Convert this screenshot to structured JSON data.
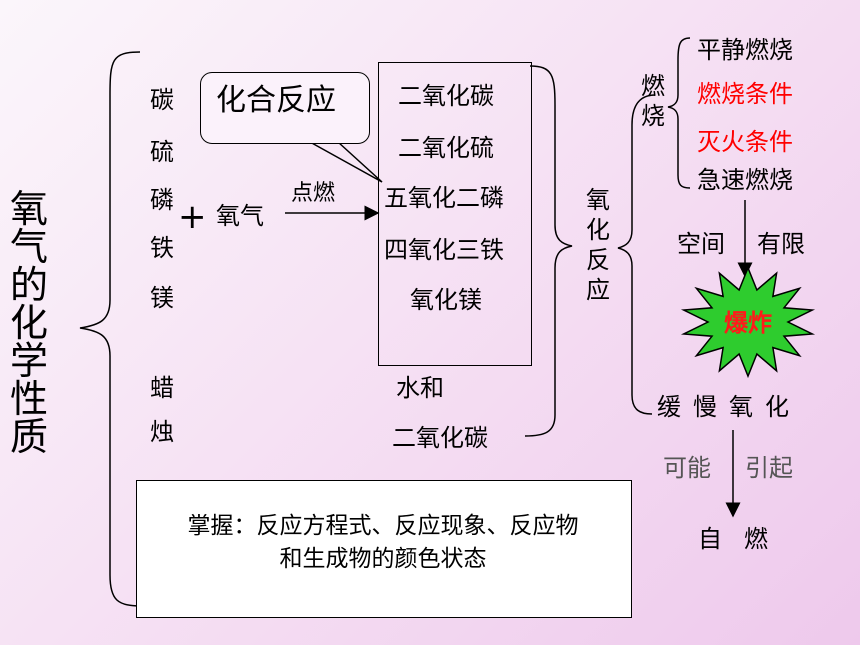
{
  "title_chars": [
    "氧",
    "气",
    "的",
    "化",
    "学",
    "性",
    "质"
  ],
  "reactants": [
    "碳",
    "硫",
    "磷",
    "铁",
    "镁"
  ],
  "candle_chars": [
    "蜡",
    "烛"
  ],
  "plus": "+",
  "oxygen": "氧气",
  "condition": "点燃",
  "callout": "化合反应",
  "products": [
    "二氧化碳",
    "二氧化硫",
    "五氧化二磷",
    "四氧化三铁",
    "氧化镁"
  ],
  "candle_products": [
    "水和",
    "二氧化碳"
  ],
  "oxidation_chars": [
    "氧",
    "化",
    "反",
    "应"
  ],
  "combustion_chars": [
    "燃",
    "烧"
  ],
  "combustion_items": {
    "calm": "平静燃烧",
    "burn_condition": "燃烧条件",
    "extinguish_condition": "灭火条件",
    "rapid": "急速燃烧"
  },
  "space_limited": {
    "a": "空间",
    "b": "有限"
  },
  "explosion": "爆炸",
  "slow_oxidation": [
    "缓",
    "慢",
    "氧",
    "化"
  ],
  "may_cause": {
    "a": "可能",
    "b": "引起"
  },
  "spontaneous": [
    "自",
    "燃"
  ],
  "summary": {
    "line1": "掌握：反应方程式、反应现象、反应物",
    "line2": "和生成物的颜色状态"
  },
  "colors": {
    "red": "#ff0000",
    "burst": "#2ecc2e",
    "burst_text": "#ff1a1a",
    "grey": "#555555"
  }
}
